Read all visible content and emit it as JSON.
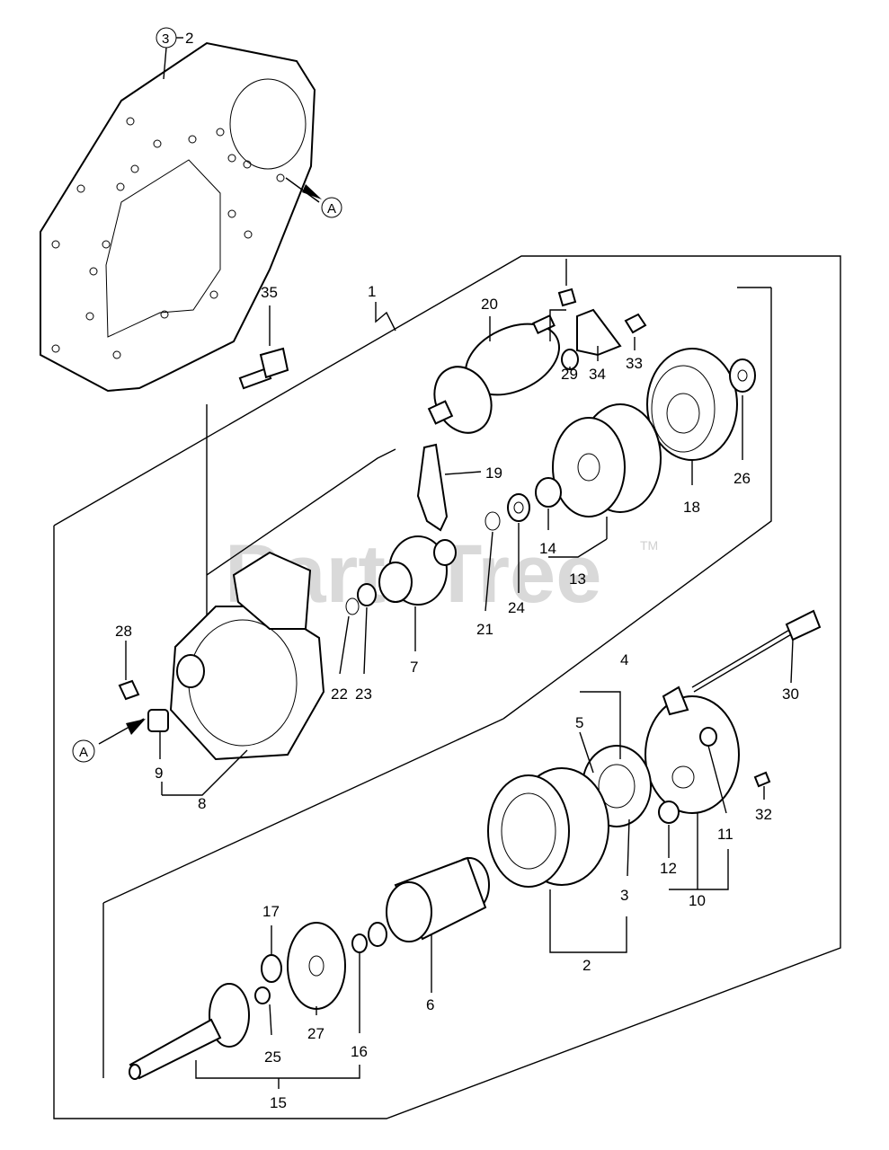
{
  "watermark": {
    "text": "PartsTree",
    "trademark": "TM"
  },
  "callouts": [
    {
      "id": "c1",
      "text": "1"
    },
    {
      "id": "c2",
      "text": "2"
    },
    {
      "id": "c3",
      "text": "3"
    },
    {
      "id": "c4",
      "text": "4"
    },
    {
      "id": "c5",
      "text": "5"
    },
    {
      "id": "c6",
      "text": "6"
    },
    {
      "id": "c7",
      "text": "7"
    },
    {
      "id": "c8",
      "text": "8"
    },
    {
      "id": "c9",
      "text": "9"
    },
    {
      "id": "c10",
      "text": "10"
    },
    {
      "id": "c11",
      "text": "11"
    },
    {
      "id": "c12",
      "text": "12"
    },
    {
      "id": "c13",
      "text": "13"
    },
    {
      "id": "c14",
      "text": "14"
    },
    {
      "id": "c15",
      "text": "15"
    },
    {
      "id": "c16",
      "text": "16"
    },
    {
      "id": "c17",
      "text": "17"
    },
    {
      "id": "c18",
      "text": "18"
    },
    {
      "id": "c19",
      "text": "19"
    },
    {
      "id": "c20",
      "text": "20"
    },
    {
      "id": "c21",
      "text": "21"
    },
    {
      "id": "c22",
      "text": "22"
    },
    {
      "id": "c23",
      "text": "23"
    },
    {
      "id": "c24",
      "text": "24"
    },
    {
      "id": "c25",
      "text": "25"
    },
    {
      "id": "c26",
      "text": "26"
    },
    {
      "id": "c27",
      "text": "27"
    },
    {
      "id": "c28",
      "text": "28"
    },
    {
      "id": "c29",
      "text": "29"
    },
    {
      "id": "c30",
      "text": "30"
    },
    {
      "id": "c32",
      "text": "32"
    },
    {
      "id": "c33",
      "text": "33"
    },
    {
      "id": "c34",
      "text": "34"
    },
    {
      "id": "c35",
      "text": "35"
    },
    {
      "id": "c3-2",
      "text": "2"
    }
  ],
  "circled_refs": {
    "top_ref": "3",
    "marker_a_top": "A",
    "marker_a_left": "A"
  }
}
